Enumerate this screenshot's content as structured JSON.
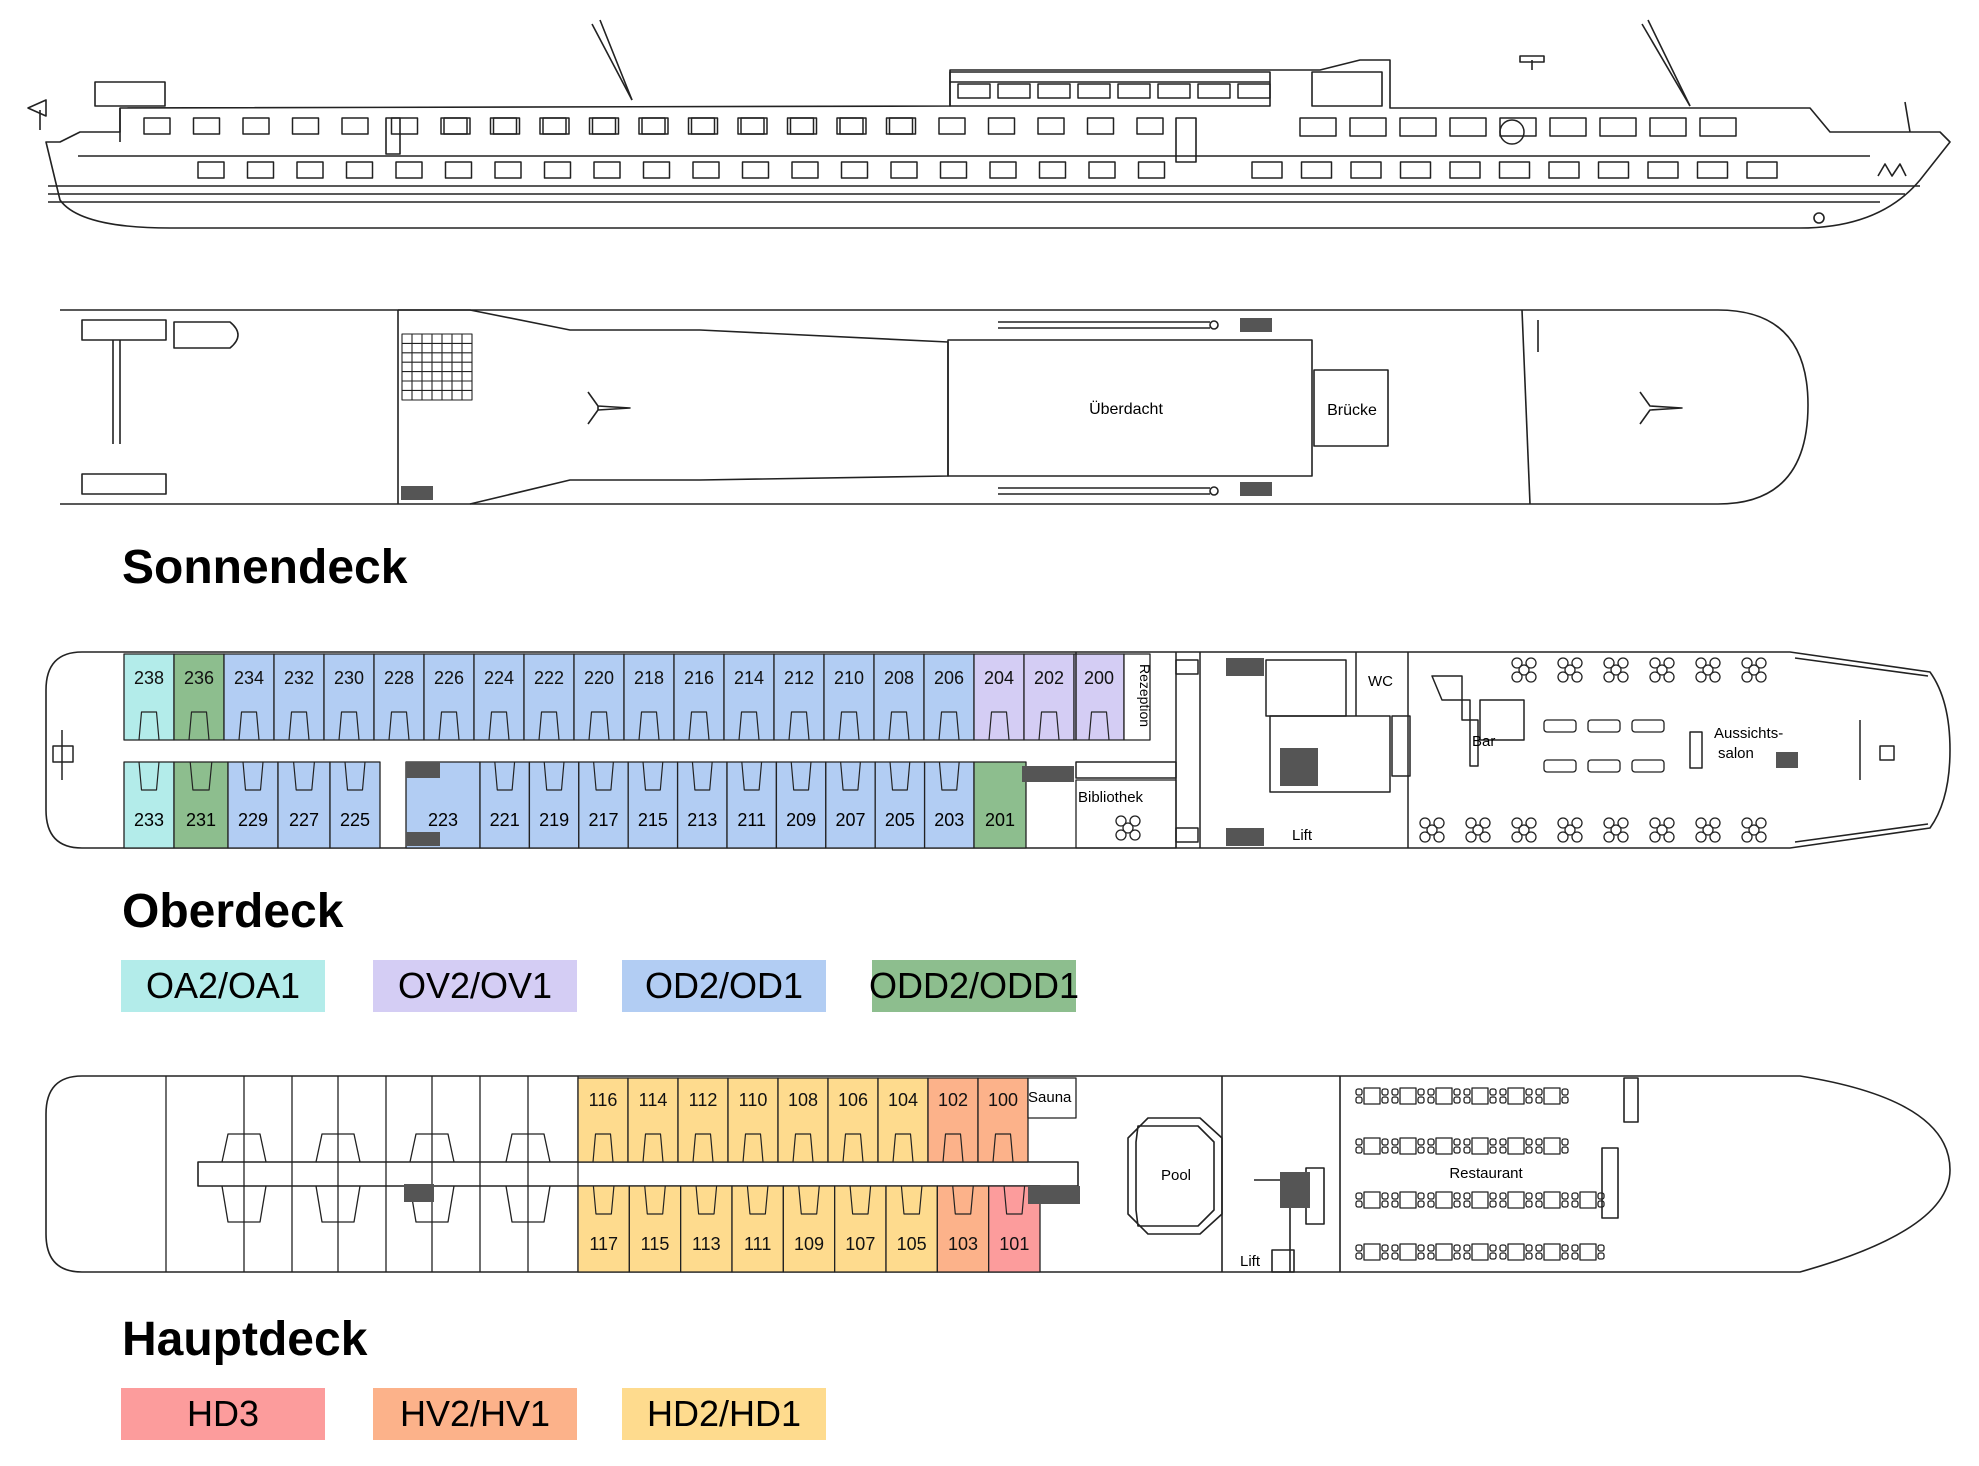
{
  "colors": {
    "OA": "#b3ecea",
    "OV": "#d4cdf4",
    "OD": "#b2cdf3",
    "ODD": "#8dbe8e",
    "HD3": "#fc9c9c",
    "HV": "#fcb28a",
    "HD": "#fedb8e",
    "line": "#222222"
  },
  "labels": {
    "ueberdacht": "Überdacht",
    "bruecke": "Brücke",
    "rezeption": "Rezeption",
    "wc": "WC",
    "bar": "Bar",
    "aussicht1": "Aussichts-",
    "aussicht2": "salon",
    "bibliothek": "Bibliothek",
    "lift": "Lift",
    "sauna": "Sauna",
    "pool": "Pool",
    "restaurant": "Restaurant"
  },
  "decks": {
    "sonnendeck": "Sonnendeck",
    "oberdeck": "Oberdeck",
    "hauptdeck": "Hauptdeck"
  },
  "legend": {
    "oberdeck": [
      {
        "label": "OA2/OA1",
        "color": "#b3ecea"
      },
      {
        "label": "OV2/OV1",
        "color": "#d4cdf4"
      },
      {
        "label": "OD2/OD1",
        "color": "#b2cdf3"
      },
      {
        "label": "ODD2/ODD1",
        "color": "#8dbe8e"
      }
    ],
    "hauptdeck": [
      {
        "label": "HD3",
        "color": "#fc9c9c"
      },
      {
        "label": "HV2/HV1",
        "color": "#fcb28a"
      },
      {
        "label": "HD2/HD1",
        "color": "#fedb8e"
      }
    ]
  },
  "oberdeck": {
    "top": [
      {
        "num": "238",
        "cat": "OA"
      },
      {
        "num": "236",
        "cat": "ODD"
      },
      {
        "num": "234",
        "cat": "OD"
      },
      {
        "num": "232",
        "cat": "OD"
      },
      {
        "num": "230",
        "cat": "OD"
      },
      {
        "num": "228",
        "cat": "OD"
      },
      {
        "num": "226",
        "cat": "OD"
      },
      {
        "num": "224",
        "cat": "OD"
      },
      {
        "num": "222",
        "cat": "OD"
      },
      {
        "num": "220",
        "cat": "OD"
      },
      {
        "num": "218",
        "cat": "OD"
      },
      {
        "num": "216",
        "cat": "OD"
      },
      {
        "num": "214",
        "cat": "OD"
      },
      {
        "num": "212",
        "cat": "OD"
      },
      {
        "num": "210",
        "cat": "OD"
      },
      {
        "num": "208",
        "cat": "OD"
      },
      {
        "num": "206",
        "cat": "OD"
      },
      {
        "num": "204",
        "cat": "OV"
      },
      {
        "num": "202",
        "cat": "OV"
      },
      {
        "num": "200",
        "cat": "OV"
      }
    ],
    "bottom": [
      {
        "num": "233",
        "cat": "OA"
      },
      {
        "num": "231",
        "cat": "ODD"
      },
      {
        "num": "229",
        "cat": "OD"
      },
      {
        "num": "227",
        "cat": "OD"
      },
      {
        "num": "225",
        "cat": "OD"
      },
      {
        "num": "223",
        "cat": "OD"
      },
      {
        "num": "221",
        "cat": "OD"
      },
      {
        "num": "219",
        "cat": "OD"
      },
      {
        "num": "217",
        "cat": "OD"
      },
      {
        "num": "215",
        "cat": "OD"
      },
      {
        "num": "213",
        "cat": "OD"
      },
      {
        "num": "211",
        "cat": "OD"
      },
      {
        "num": "209",
        "cat": "OD"
      },
      {
        "num": "207",
        "cat": "OD"
      },
      {
        "num": "205",
        "cat": "OD"
      },
      {
        "num": "203",
        "cat": "OD"
      },
      {
        "num": "201",
        "cat": "ODD"
      }
    ]
  },
  "hauptdeck": {
    "top": [
      {
        "num": "116",
        "cat": "HD"
      },
      {
        "num": "114",
        "cat": "HD"
      },
      {
        "num": "112",
        "cat": "HD"
      },
      {
        "num": "110",
        "cat": "HD"
      },
      {
        "num": "108",
        "cat": "HD"
      },
      {
        "num": "106",
        "cat": "HD"
      },
      {
        "num": "104",
        "cat": "HD"
      },
      {
        "num": "102",
        "cat": "HV"
      },
      {
        "num": "100",
        "cat": "HV"
      }
    ],
    "bottom": [
      {
        "num": "117",
        "cat": "HD"
      },
      {
        "num": "115",
        "cat": "HD"
      },
      {
        "num": "113",
        "cat": "HD"
      },
      {
        "num": "111",
        "cat": "HD"
      },
      {
        "num": "109",
        "cat": "HD"
      },
      {
        "num": "107",
        "cat": "HD"
      },
      {
        "num": "105",
        "cat": "HD"
      },
      {
        "num": "103",
        "cat": "HV"
      },
      {
        "num": "101",
        "cat": "HD3"
      }
    ]
  }
}
